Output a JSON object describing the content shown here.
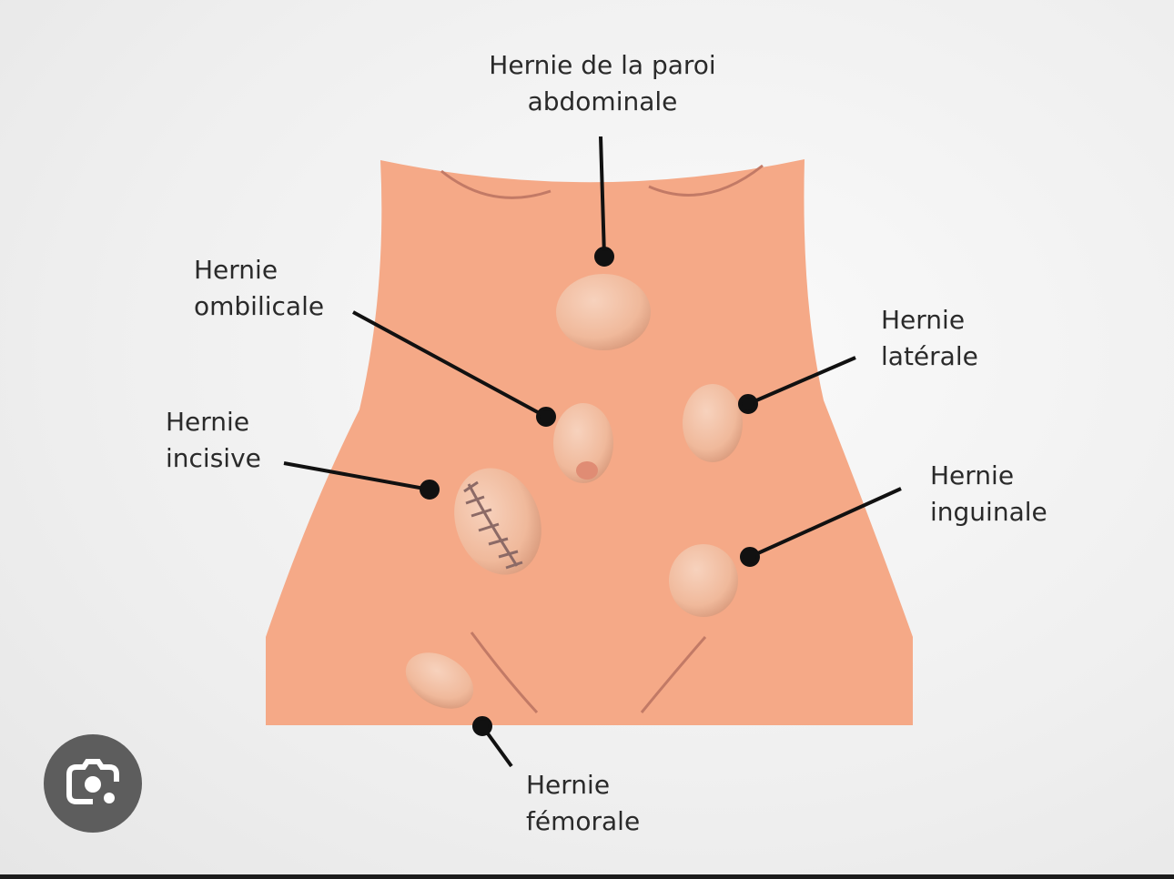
{
  "labels": {
    "abdominal_wall": [
      "Hernie de la paroi",
      "abdominale"
    ],
    "umbilical": [
      "Hernie",
      "ombilicale"
    ],
    "lateral": [
      "Hernie",
      "latérale"
    ],
    "incisional": [
      "Hernie",
      "incisive"
    ],
    "inguinal": [
      "Hernie",
      "inguinale"
    ],
    "femoral": [
      "Hernie",
      "fémorale"
    ]
  },
  "colors": {
    "skin": "#f5a987",
    "hernia": "#f3c2a6",
    "line": "#111111",
    "lens_button": "#5d5d5d"
  },
  "overlay": {
    "lens_button_icon": "google-lens-icon"
  }
}
